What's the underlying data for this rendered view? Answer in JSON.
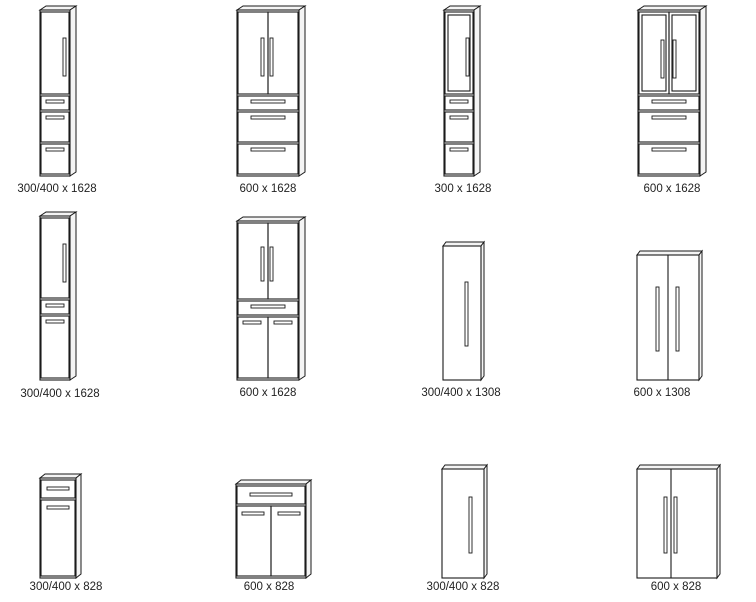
{
  "cabinets": [
    {
      "label": "300/400 x 1628",
      "type": "tall-narrow-3drawers"
    },
    {
      "label": "600 x 1628",
      "type": "tall-wide-3drawers"
    },
    {
      "label": "300 x 1628",
      "type": "tall-narrow-glass-3drawers"
    },
    {
      "label": "600 x 1628",
      "type": "tall-wide-glass-3drawers"
    },
    {
      "label": "300/400 x 1628",
      "type": "tall-narrow-drawer-door"
    },
    {
      "label": "600 x 1628",
      "type": "tall-wide-drawer-doors"
    },
    {
      "label": "300/400 x 1308",
      "type": "mid-narrow-door"
    },
    {
      "label": "600 x 1308",
      "type": "mid-wide-doors"
    },
    {
      "label": "300/400 x 828",
      "type": "low-narrow-drawer-door"
    },
    {
      "label": "600 x 828",
      "type": "low-wide-drawer-doors"
    },
    {
      "label": "300/400 x 828",
      "type": "low-narrow-door"
    },
    {
      "label": "600 x 828",
      "type": "low-wide-doors"
    }
  ],
  "colors": {
    "line": "#1a1a1a",
    "side": "#f4f4f4",
    "handle": "#555555"
  }
}
